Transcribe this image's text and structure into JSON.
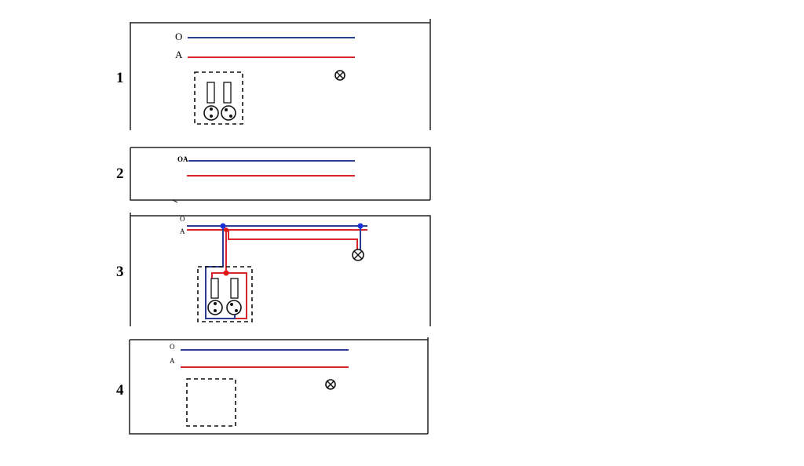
{
  "panels": [
    {
      "number": "1",
      "wire_labels": [
        "O",
        "A"
      ]
    },
    {
      "number": "2",
      "wire_labels": [
        "OA"
      ]
    },
    {
      "number": "3",
      "wire_labels": [
        "O",
        "A"
      ]
    },
    {
      "number": "4",
      "wire_labels": [
        "O",
        "A"
      ]
    }
  ],
  "colors": {
    "neutral_wire": "#2a3f94",
    "phase_wire": "#d8242b",
    "junction_blue": "#1b2fd6",
    "junction_red": "#e01818"
  },
  "symbols": [
    "lamp-icon",
    "fuse-icon",
    "socket-icon",
    "junction-box-icon"
  ]
}
